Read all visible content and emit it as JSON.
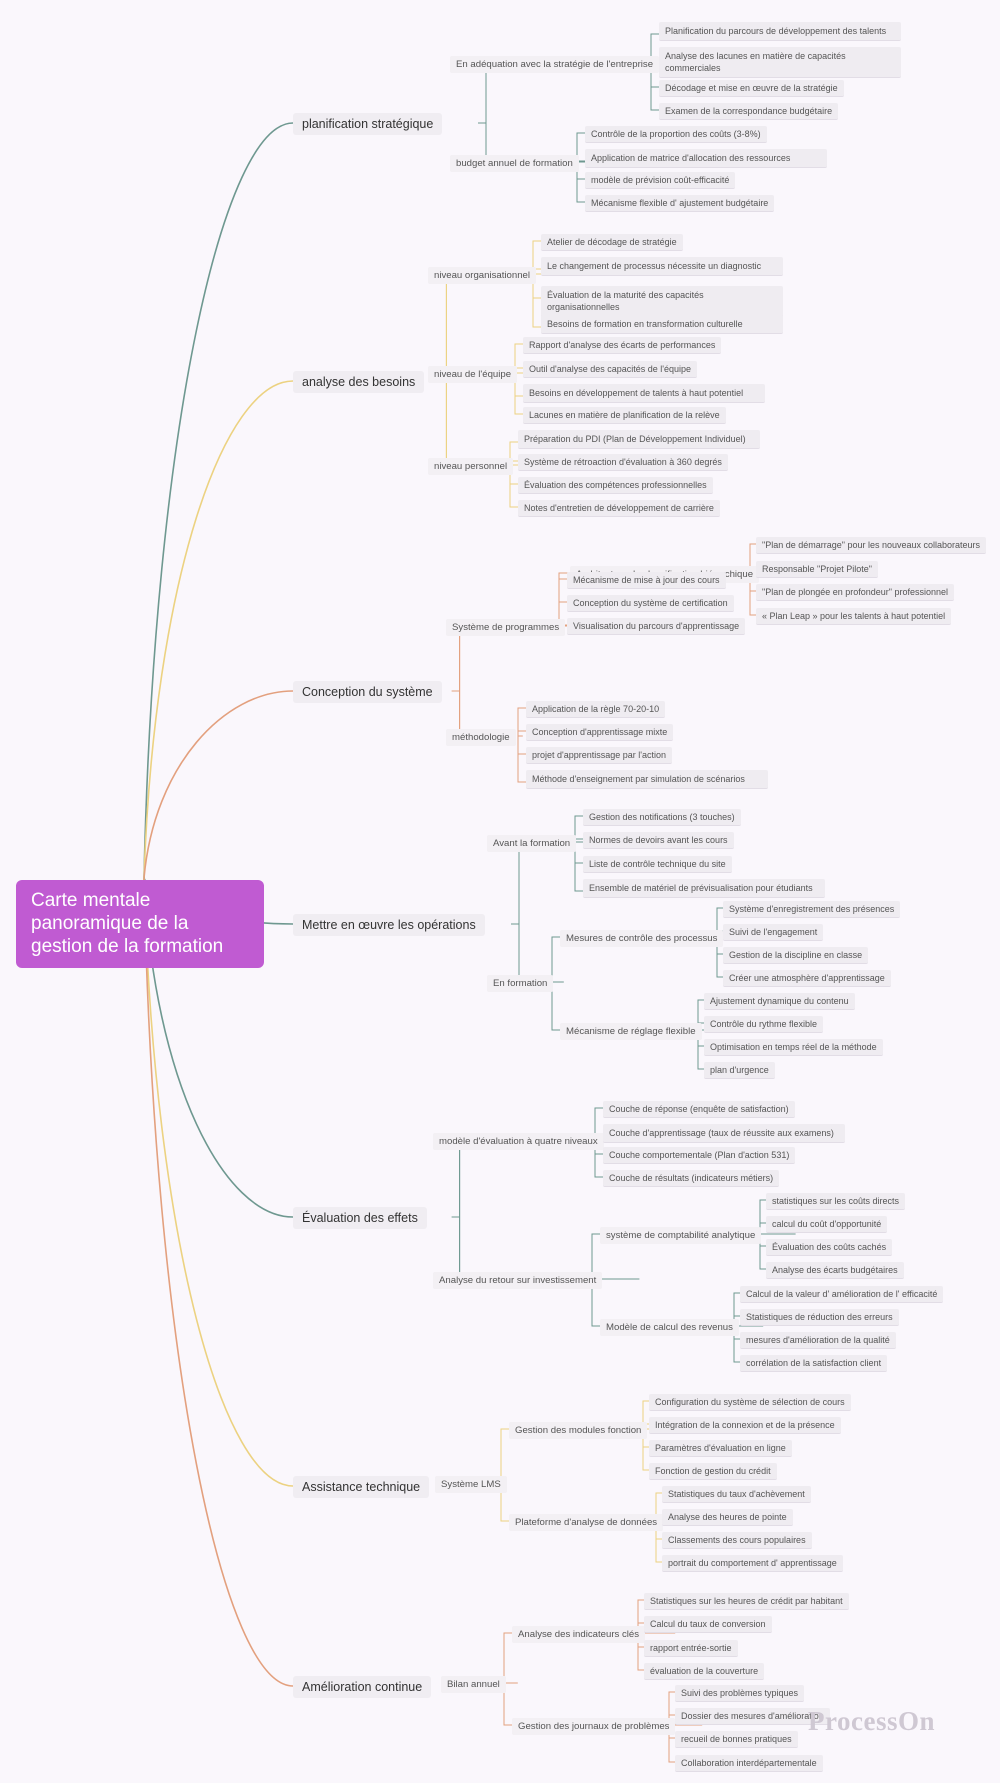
{
  "title": "Carte mentale panoramique de la gestion de la formation",
  "colors": {
    "root": "#c05bd2",
    "teal": "#6e9890",
    "yellow": "#ecd281",
    "orange": "#e3a07e"
  },
  "branches": [
    {
      "label": "planification stratégique",
      "color": "#6e9890",
      "groups": [
        {
          "label": "En adéquation avec la stratégie de l'entreprise",
          "items": [
            "Planification du parcours de développement des talents",
            "Analyse des lacunes en matière de capacités commerciales",
            "Décodage et mise en œuvre de la stratégie",
            "Examen de la correspondance budgétaire"
          ]
        },
        {
          "label": "budget annuel de formation",
          "items": [
            "Contrôle de la proportion des coûts (3-8%)",
            "Application de matrice d'allocation des ressources",
            "modèle de prévision coût-efficacité",
            "Mécanisme flexible d'   ajustement budgétaire"
          ]
        }
      ]
    },
    {
      "label": "analyse des besoins",
      "color": "#ecd281",
      "groups": [
        {
          "label": "niveau organisationnel",
          "items": [
            "Atelier de décodage de stratégie",
            "Le changement de processus nécessite un diagnostic",
            "Évaluation de la maturité des capacités organisationnelles",
            "Besoins de formation en transformation culturelle"
          ]
        },
        {
          "label": "niveau de l'équipe",
          "items": [
            "Rapport d'analyse des écarts de performances",
            "Outil d'analyse des capacités de l'équipe",
            "Besoins en développement de talents à haut potentiel",
            "Lacunes en matière de planification de la relève"
          ]
        },
        {
          "label": "niveau personnel",
          "items": [
            "Préparation du PDI (Plan de Développement Individuel)",
            "Système de rétroaction d'évaluation à 360 degrés",
            "Évaluation des compétences professionnelles",
            "Notes d'entretien de développement de carrière"
          ]
        }
      ]
    },
    {
      "label": "Conception du système",
      "color": "#e3a07e",
      "groups": [
        {
          "label": "Système de programmes",
          "items": [
            {
              "label": "Architecture de classification hiérarchique",
              "items": [
                "\"Plan de démarrage\" pour les nouveaux collaborateurs",
                "Responsable \"Projet Pilote\"",
                "\"Plan de plongée en profondeur\" professionnel",
                "« Plan Leap » pour les talents à haut potentiel"
              ]
            },
            "Mécanisme de mise à jour des cours",
            "Conception du système de certification",
            "Visualisation du parcours d'apprentissage"
          ]
        },
        {
          "label": "méthodologie",
          "items": [
            "Application de la règle 70-20-10",
            "Conception d'apprentissage mixte",
            "projet d'apprentissage par l'action",
            "Méthode d'enseignement par simulation de scénarios"
          ]
        }
      ]
    },
    {
      "label": "Mettre en œuvre les opérations",
      "color": "#6e9890",
      "groups": [
        {
          "label": "Avant la formation",
          "items": [
            "Gestion des notifications (3 touches)",
            "Normes de devoirs avant les cours",
            "Liste de contrôle technique du site",
            "Ensemble de matériel de prévisualisation pour étudiants"
          ]
        },
        {
          "label": "En formation",
          "items": [
            {
              "label": "Mesures de contrôle des processus",
              "items": [
                "Système d'enregistrement des présences",
                "Suivi de l'engagement",
                "Gestion de la discipline en classe",
                "Créer une atmosphère d'apprentissage"
              ]
            },
            {
              "label": "Mécanisme de réglage flexible",
              "items": [
                "Ajustement dynamique du contenu",
                "Contrôle du rythme flexible",
                "Optimisation en temps réel de la méthode",
                "plan d'urgence"
              ]
            }
          ]
        }
      ]
    },
    {
      "label": "Évaluation des effets",
      "color": "#6e9890",
      "groups": [
        {
          "label": "modèle d'évaluation à quatre niveaux",
          "items": [
            "Couche de réponse (enquête de satisfaction)",
            "Couche d'apprentissage (taux de réussite aux examens)",
            "Couche comportementale (Plan d'action 531)",
            "Couche de résultats (indicateurs métiers)"
          ]
        },
        {
          "label": "Analyse du retour sur investissement",
          "items": [
            {
              "label": "système de comptabilité analytique",
              "items": [
                "statistiques sur les coûts directs",
                "calcul du coût d'opportunité",
                "Évaluation des coûts cachés",
                "Analyse des écarts budgétaires"
              ]
            },
            {
              "label": "Modèle de calcul des revenus",
              "items": [
                "Calcul de la valeur d'   amélioration de l'   efficacité",
                "Statistiques de réduction des erreurs",
                "mesures d'amélioration de la qualité",
                "corrélation de la satisfaction client"
              ]
            }
          ]
        }
      ]
    },
    {
      "label": "Assistance technique",
      "color": "#ecd281",
      "groups": [
        {
          "label": "Système LMS",
          "items": [
            {
              "label": "Gestion des modules fonction",
              "items": [
                "Configuration du système de sélection de cours",
                "Intégration de la connexion et de la présence",
                "Paramètres d'évaluation en ligne",
                "Fonction de gestion du crédit"
              ]
            },
            {
              "label": "Plateforme d'analyse de données",
              "items": [
                "Statistiques du taux d'achèvement",
                "Analyse des heures de pointe",
                "Classements des cours populaires",
                "portrait du comportement d'   apprentissage"
              ]
            }
          ]
        }
      ]
    },
    {
      "label": "Amélioration continue",
      "color": "#e3a07e",
      "groups": [
        {
          "label": "Bilan annuel",
          "items": [
            {
              "label": "Analyse des indicateurs clés",
              "items": [
                "Statistiques sur les heures de crédit par habitant",
                "Calcul du taux de conversion",
                "rapport entrée-sortie",
                "évaluation de la couverture"
              ]
            },
            {
              "label": "Gestion des journaux de problèmes",
              "items": [
                "Suivi des problèmes typiques",
                "Dossier des mesures d'amélioration",
                "recueil de bonnes pratiques",
                "Collaboration interdépartementale"
              ]
            }
          ]
        }
      ]
    }
  ],
  "watermark": "ProcessOn"
}
